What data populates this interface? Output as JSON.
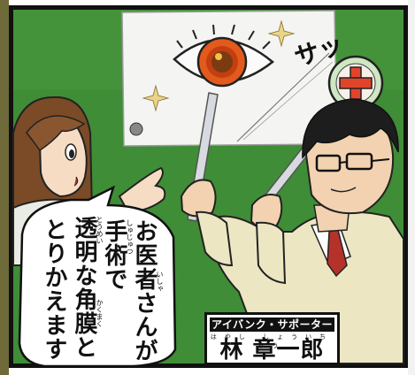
{
  "speech_bubble": {
    "lines": [
      "お医者さんが",
      "手術で",
      "透明な角膜と",
      "とりかえます"
    ],
    "furigana": {
      "isha": "いしゃ",
      "shujutsu": "しゅじゅつ",
      "toumei": "とうめい",
      "kakumaku": "かくまく"
    }
  },
  "sfx": {
    "text": "サッ"
  },
  "caption": {
    "organization": "アイバンク・サポーター",
    "name_furigana": "はやし しょういちろう",
    "name": "林 章一郎"
  }
}
